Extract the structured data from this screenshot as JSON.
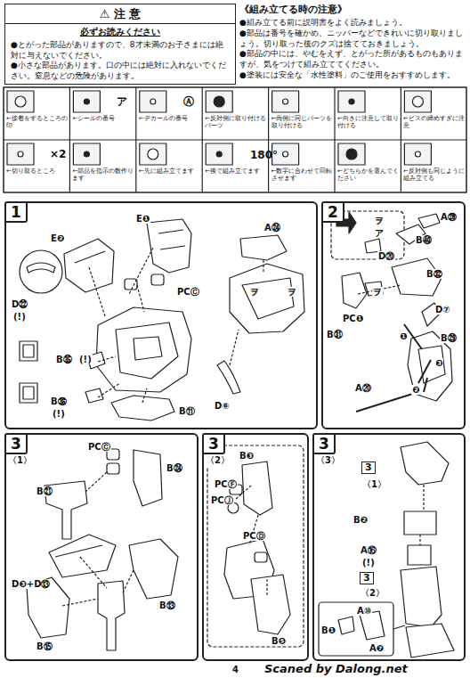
{
  "diagram": {
    "nodes": [
      {
        "text": [
          "⚠ 注 意",
          "必ずお読みください",
          "●とがった部品がありますので、8才未満のお子さまには絶対に与えないでください。",
          "●小さな部品があります。口の中には絶対に入れないでください。窒息などの危険があります。"
        ]
      },
      {
        "text": [
          "1"
        ]
      },
      {
        "text": [
          "2"
        ]
      },
      {
        "text": [
          "3",
          "〈1〉"
        ]
      },
      {
        "text": [
          "3",
          "〈2〉"
        ]
      },
      {
        "text": [
          "3",
          "〈3〉"
        ]
      }
    ],
    "labels": [
      "《組み立てる時の注意》",
      "●組み立てる前に説明書をよく読みましょう。",
      "●部品は番号を確かめ、ニッパーなどできれいに切り取りましょう。切り取った後のクズは捨てておきましょう。",
      "●部品の中には、やむをえず、とがった所があるものもありますが、気をつけて組み立ててください。",
      "●塗装には安全な「水性塗料」のご使用をおすすめします。",
      "←接着をするところの印",
      "←シールの番号",
      "←デカールの番号",
      "←反対側に取り付けるパーツ",
      "←両側に同じパーツを取り付ける",
      "←向きに注意して取り付ける",
      "←ビスの締めすぎに注意",
      "←切り取るところ",
      "←部品を指示の数作ります",
      "←先に組み立てます",
      "←後で組み立てます",
      "←数字に合わせて回転させます",
      "←どちらかを選んでください",
      "←反対側も同じように組み立てる",
      "ア",
      "Ⓐ",
      "×2",
      "180°",
      "E❶",
      "E❷",
      "PCⒸ",
      "D㉒",
      "(!)",
      "B㉟",
      "(!)",
      "B㊱",
      "(!)",
      "B⑪",
      "A㉔",
      "ヲ",
      "ヲ",
      "D⑥",
      "ヲ",
      "ア",
      "ヲ",
      "A㉖",
      "B㊵",
      "D⑳",
      "B㉜",
      "PC❶",
      "B㉛",
      "D⑦",
      "B㉙",
      "❶",
      "❸",
      "❷",
      "A⑳",
      "PCⒸ",
      "B㉔",
      "B㉑",
      "D❸+D⑬",
      "B⑬",
      "B⑮",
      "B❸",
      "PCⒻ",
      "PCⒿ",
      "PCⒹ",
      "B❺",
      "3",
      "〈1〉",
      "B❷",
      "A⑯",
      "(!)",
      "3",
      "〈2〉",
      "A⑩",
      "B❶",
      "A❼",
      "4",
      "Scaned by Dalong.net"
    ]
  }
}
